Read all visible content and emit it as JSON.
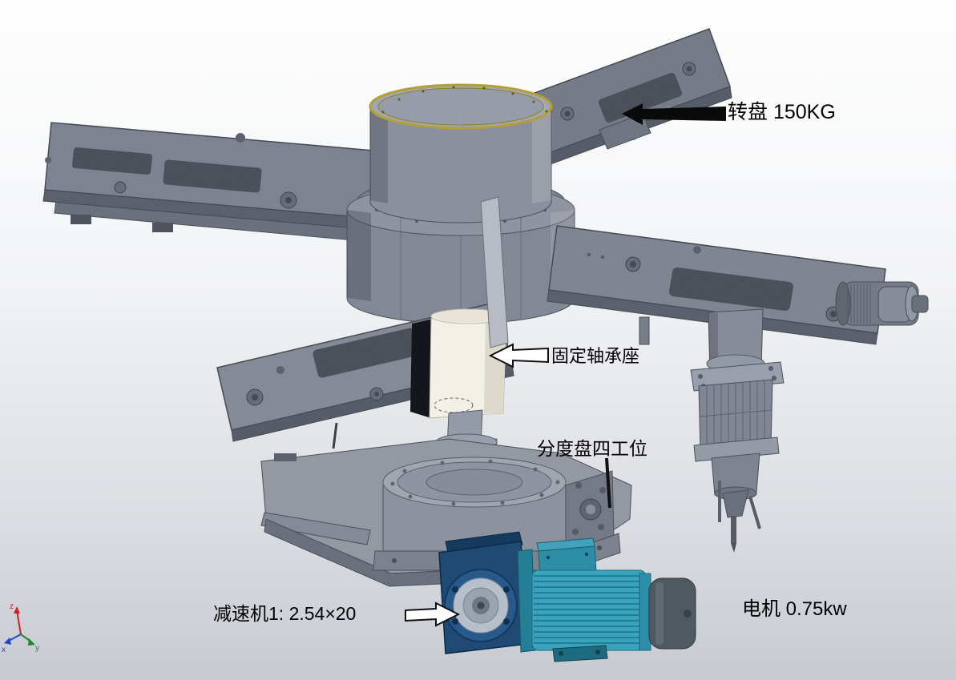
{
  "annotations": {
    "turntable": "转盘 150KG",
    "fixed_bearing": "固定轴承座",
    "index_plate": "分度盘四工位",
    "reducer": "减速机1: 2.54×20",
    "motor": "电机 0.75kw"
  },
  "triad": {
    "z": "z",
    "x": "x",
    "y": "y"
  },
  "colors": {
    "background_top": "#fefefe",
    "background_bottom": "#c7cad1",
    "plate_gray": "#7f8591",
    "hub_gray": "#8a909c",
    "gold_rim": "#b59f35",
    "bearing_white": "#f3f0e7",
    "reducer_blue": "#1e4a74",
    "motor_teal": "#3aa2ba",
    "annotation_text": "#000000",
    "triad_z": "#cc2222",
    "triad_x": "#2244cc",
    "triad_y": "#1c8a2e"
  }
}
